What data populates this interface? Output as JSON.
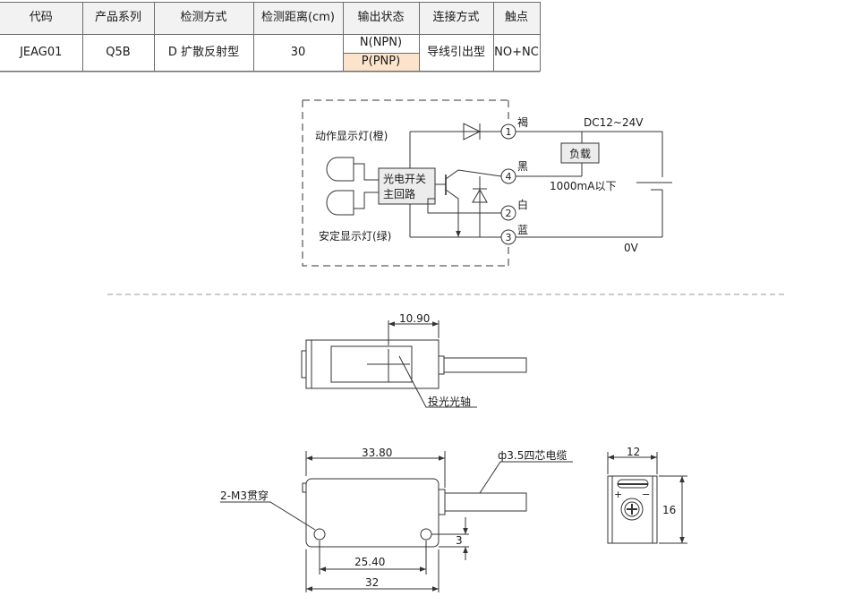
{
  "table": {
    "headers": [
      "代码",
      "产品系列",
      "检测方式",
      "检测距离(cm)",
      "输出状态",
      "连接方式",
      "触点"
    ],
    "row": {
      "code": "JEAG01",
      "series": "Q5B",
      "method": "D 扩散反射型",
      "distance": "30",
      "output_npn": "N(NPN)",
      "output_pnp": "P(PNP)",
      "connection": "导线引出型",
      "contact": "NO+NC"
    },
    "highlight_color": "#fce4cc"
  },
  "circuit": {
    "action_led_label": "动作显示灯(橙)",
    "stable_led_label": "安定显示灯(绿)",
    "main_circuit_line1": "光电开关",
    "main_circuit_line2": "主回路",
    "terminals": [
      "1",
      "4",
      "2",
      "3"
    ],
    "wire_colors": [
      "褐",
      "黑",
      "白",
      "蓝"
    ],
    "supply": "DC12~24V",
    "load": "负载",
    "current": "1000mA以下",
    "ground": "0V"
  },
  "side_view": {
    "offset": "10.90",
    "axis_label": "投光光轴"
  },
  "front_view": {
    "width_top": "33.80",
    "cable_label": "ф3.5四芯电缆",
    "hole_label": "2-M3贯穿",
    "hole_spacing": "25.40",
    "hole_offset": "3",
    "total_width": "32"
  },
  "end_view": {
    "width": "12",
    "height": "16",
    "plus": "+",
    "minus": "−"
  }
}
